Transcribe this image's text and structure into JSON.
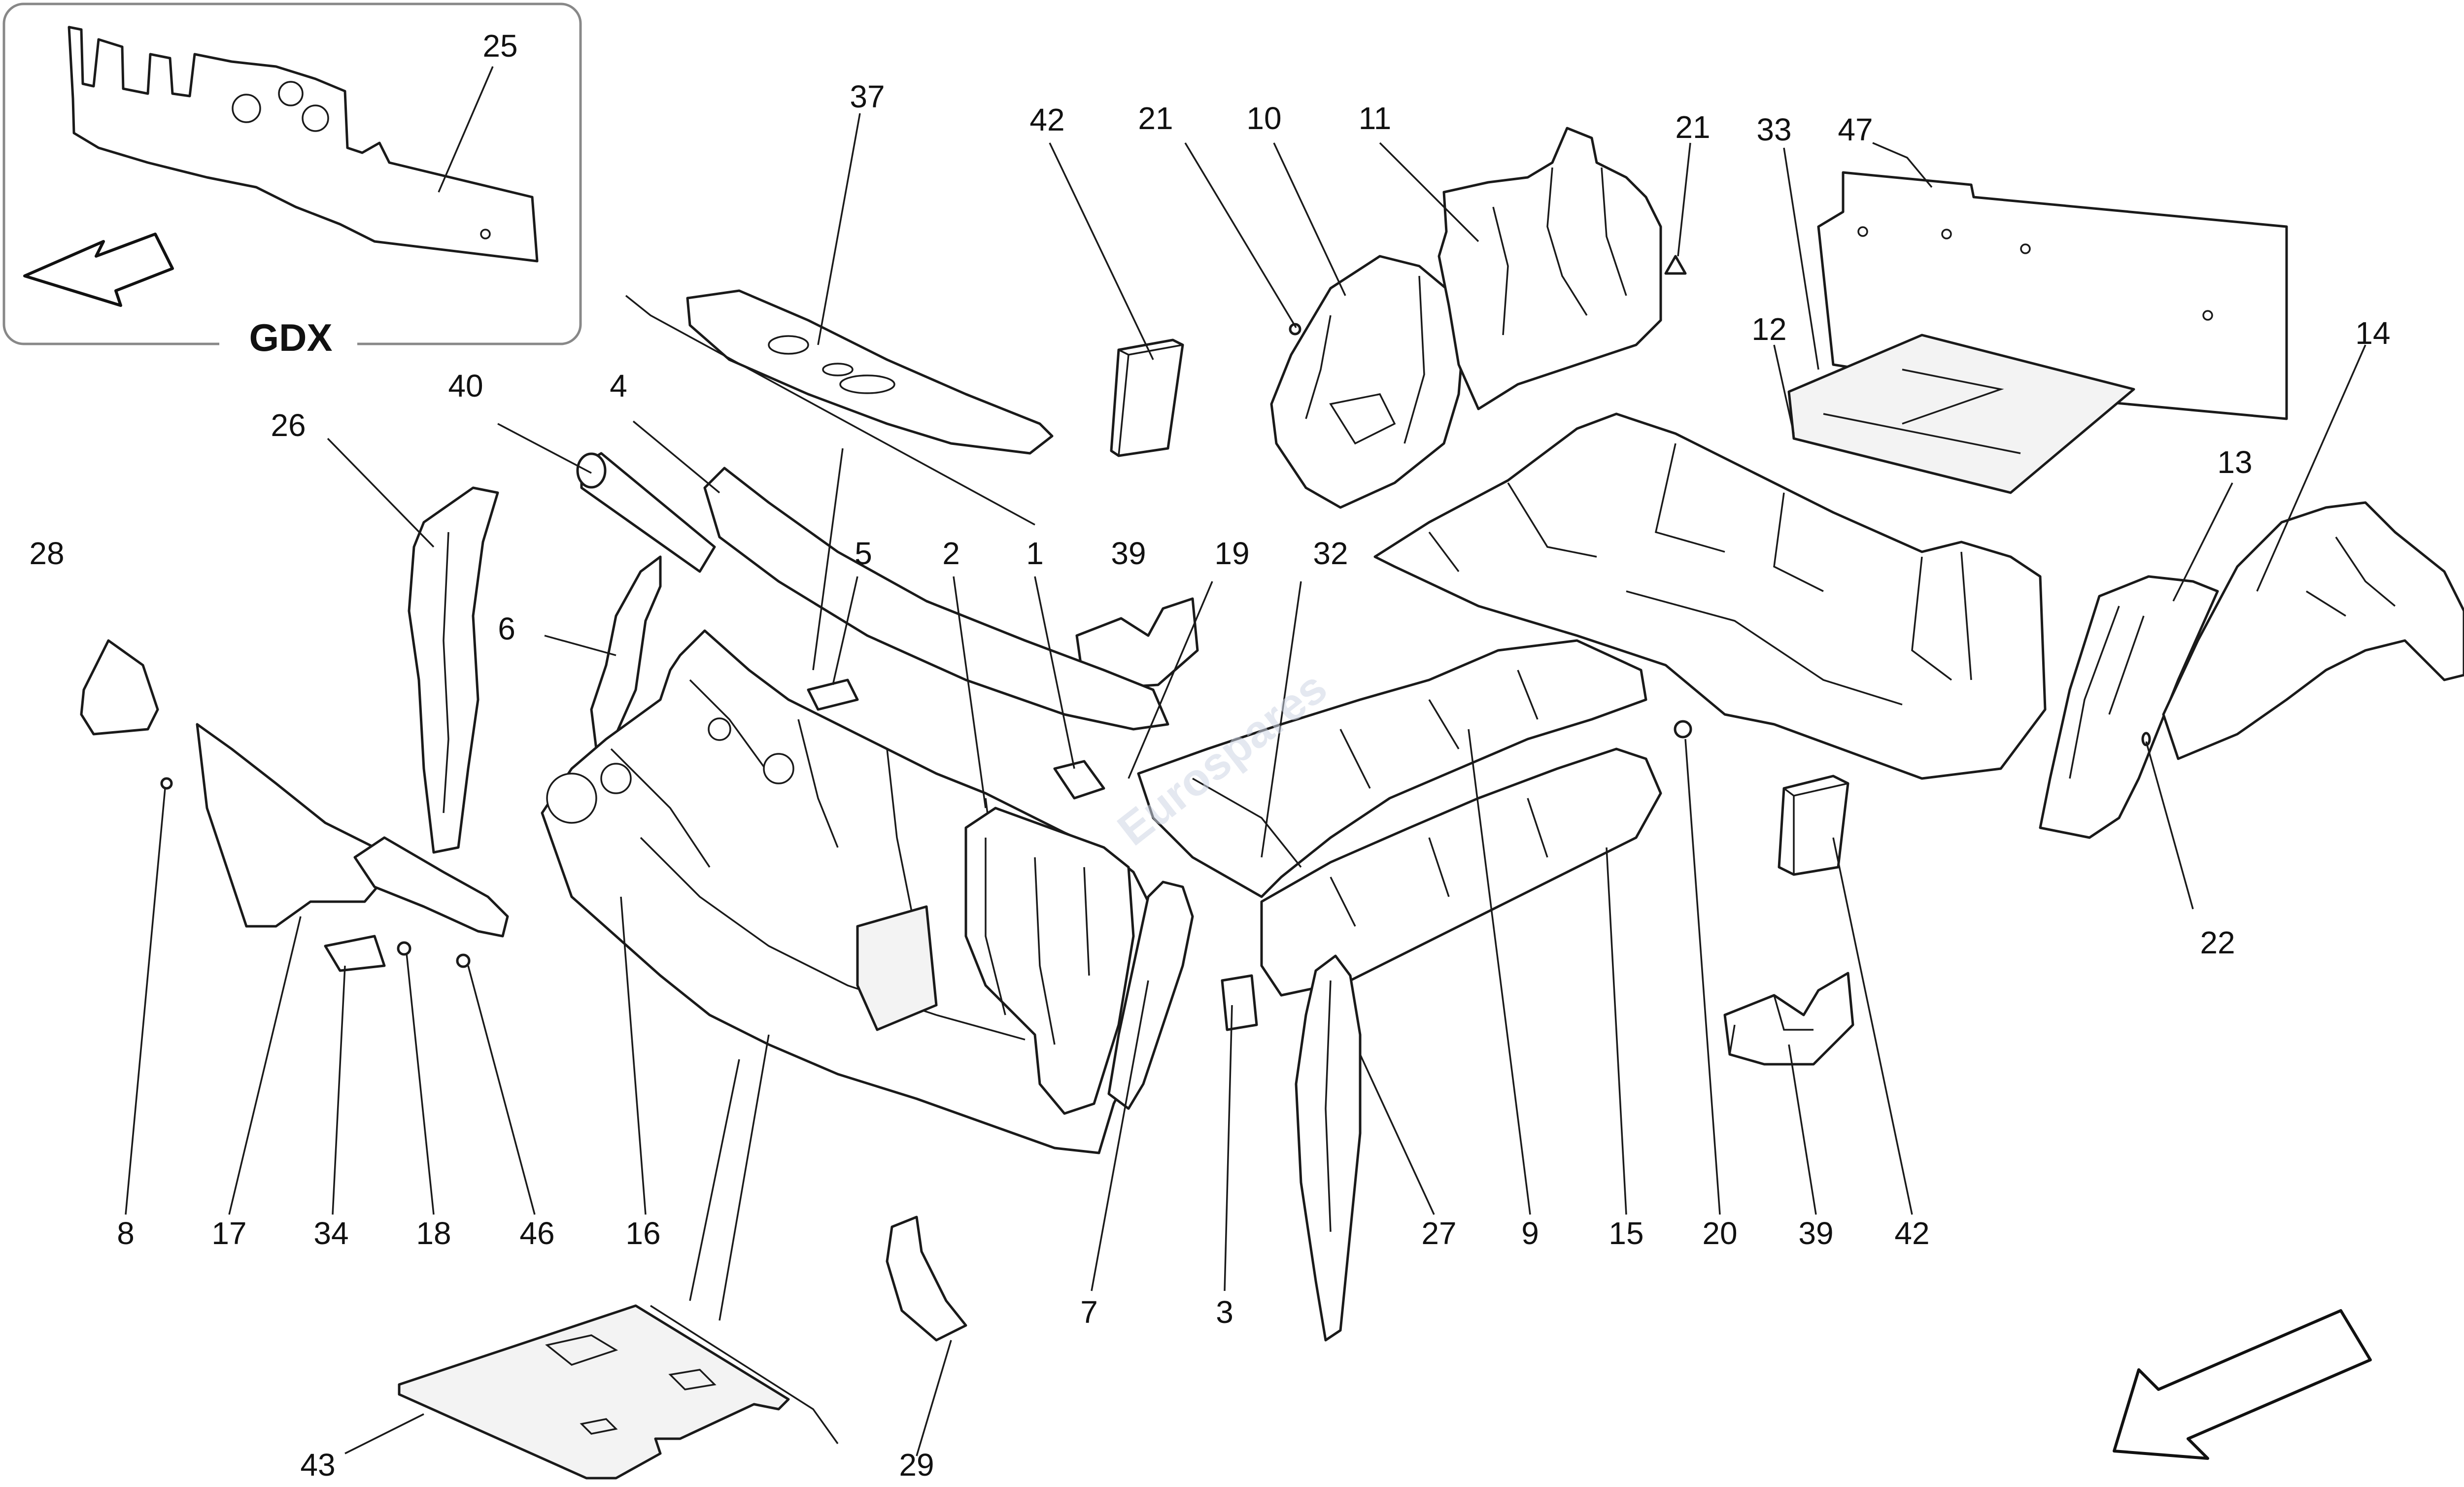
{
  "inset": {
    "label": "GDX",
    "callout": "25"
  },
  "watermark": {
    "brand": "Eurospares"
  },
  "callouts": [
    {
      "id": "c25",
      "text": "25"
    },
    {
      "id": "c37",
      "text": "37"
    },
    {
      "id": "c42a",
      "text": "42"
    },
    {
      "id": "c21a",
      "text": "21"
    },
    {
      "id": "c10",
      "text": "10"
    },
    {
      "id": "c11",
      "text": "11"
    },
    {
      "id": "c21b",
      "text": "21"
    },
    {
      "id": "c33",
      "text": "33"
    },
    {
      "id": "c47",
      "text": "47"
    },
    {
      "id": "c12",
      "text": "12"
    },
    {
      "id": "c14",
      "text": "14"
    },
    {
      "id": "c26",
      "text": "26"
    },
    {
      "id": "c40",
      "text": "40"
    },
    {
      "id": "c4",
      "text": "4"
    },
    {
      "id": "c28",
      "text": "28"
    },
    {
      "id": "c6",
      "text": "6"
    },
    {
      "id": "c5",
      "text": "5"
    },
    {
      "id": "c2",
      "text": "2"
    },
    {
      "id": "c1",
      "text": "1"
    },
    {
      "id": "c39a",
      "text": "39"
    },
    {
      "id": "c19",
      "text": "19"
    },
    {
      "id": "c32",
      "text": "32"
    },
    {
      "id": "c13",
      "text": "13"
    },
    {
      "id": "c22",
      "text": "22"
    },
    {
      "id": "c8",
      "text": "8"
    },
    {
      "id": "c17",
      "text": "17"
    },
    {
      "id": "c34",
      "text": "34"
    },
    {
      "id": "c18",
      "text": "18"
    },
    {
      "id": "c46",
      "text": "46"
    },
    {
      "id": "c16",
      "text": "16"
    },
    {
      "id": "c7",
      "text": "7"
    },
    {
      "id": "c3",
      "text": "3"
    },
    {
      "id": "c27",
      "text": "27"
    },
    {
      "id": "c9",
      "text": "9"
    },
    {
      "id": "c15",
      "text": "15"
    },
    {
      "id": "c20",
      "text": "20"
    },
    {
      "id": "c39b",
      "text": "39"
    },
    {
      "id": "c42b",
      "text": "42"
    },
    {
      "id": "c43",
      "text": "43"
    },
    {
      "id": "c29",
      "text": "29"
    }
  ]
}
